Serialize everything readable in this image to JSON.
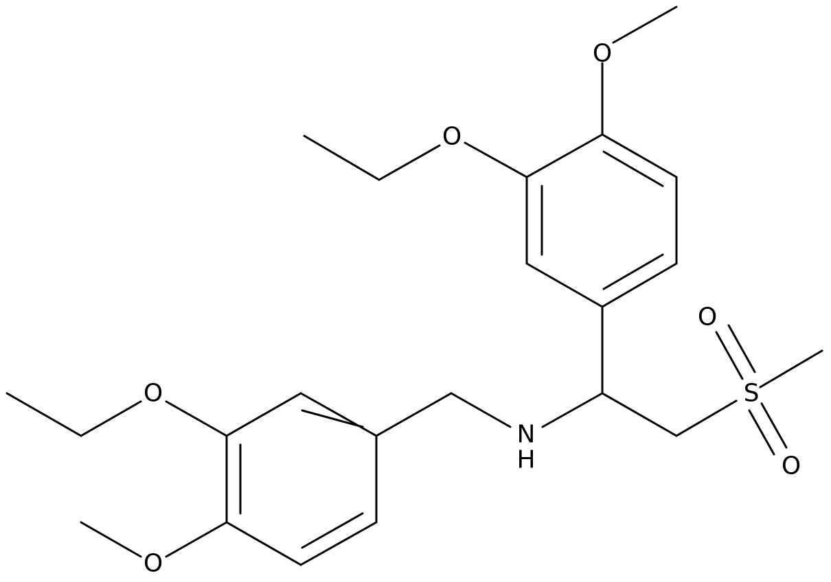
{
  "structure": {
    "atoms": {
      "o_top_methoxy": "O",
      "o_top_ethoxy": "O",
      "o_sulfonyl_upper": "O",
      "s_sulfonyl": "S",
      "o_sulfonyl_lower": "O",
      "n_amine": "N",
      "h_amine": "H",
      "o_bottom_ethoxy": "O",
      "o_bottom_methoxy": "O"
    }
  }
}
